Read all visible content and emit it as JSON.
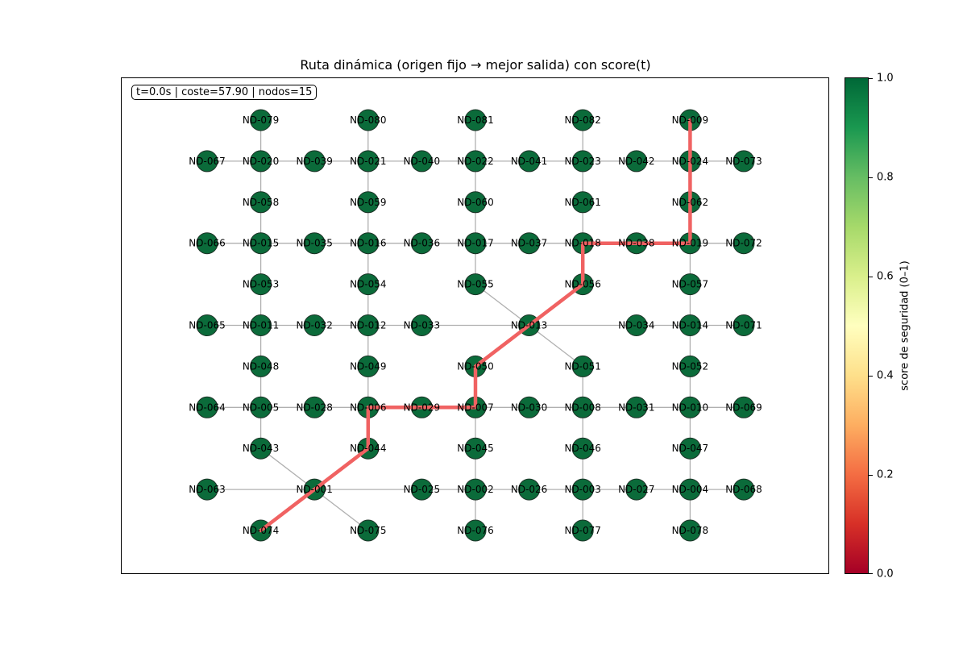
{
  "chart_data": {
    "type": "network",
    "title": "Ruta dinámica (origen fijo → mejor salida) con score(t)",
    "status": "t=0.0s | coste=57.90 | nodos=15",
    "colorbar": {
      "label": "score de seguridad (0–1)",
      "range": [
        0.0,
        1.0
      ],
      "ticks": [
        "0.0",
        "0.2",
        "0.4",
        "0.6",
        "0.8",
        "1.0"
      ],
      "colormap": "RdYlGn"
    },
    "node_color": "#0b6b3a",
    "edge_color": "#b0b0b0",
    "route_color": "#f06262",
    "nodes": [
      {
        "id": "ND-079",
        "col": 1,
        "row": 0,
        "score": 1.0
      },
      {
        "id": "ND-080",
        "col": 3,
        "row": 0,
        "score": 1.0
      },
      {
        "id": "ND-081",
        "col": 5,
        "row": 0,
        "score": 1.0
      },
      {
        "id": "ND-082",
        "col": 7,
        "row": 0,
        "score": 1.0
      },
      {
        "id": "ND-009",
        "col": 9,
        "row": 0,
        "score": 1.0
      },
      {
        "id": "ND-067",
        "col": 0,
        "row": 1,
        "score": 1.0
      },
      {
        "id": "ND-020",
        "col": 1,
        "row": 1,
        "score": 1.0
      },
      {
        "id": "ND-039",
        "col": 2,
        "row": 1,
        "score": 1.0
      },
      {
        "id": "ND-021",
        "col": 3,
        "row": 1,
        "score": 1.0
      },
      {
        "id": "ND-040",
        "col": 4,
        "row": 1,
        "score": 1.0
      },
      {
        "id": "ND-022",
        "col": 5,
        "row": 1,
        "score": 1.0
      },
      {
        "id": "ND-041",
        "col": 6,
        "row": 1,
        "score": 1.0
      },
      {
        "id": "ND-023",
        "col": 7,
        "row": 1,
        "score": 1.0
      },
      {
        "id": "ND-042",
        "col": 8,
        "row": 1,
        "score": 1.0
      },
      {
        "id": "ND-024",
        "col": 9,
        "row": 1,
        "score": 1.0
      },
      {
        "id": "ND-073",
        "col": 10,
        "row": 1,
        "score": 1.0
      },
      {
        "id": "ND-058",
        "col": 1,
        "row": 2,
        "score": 1.0
      },
      {
        "id": "ND-059",
        "col": 3,
        "row": 2,
        "score": 1.0
      },
      {
        "id": "ND-060",
        "col": 5,
        "row": 2,
        "score": 1.0
      },
      {
        "id": "ND-061",
        "col": 7,
        "row": 2,
        "score": 1.0
      },
      {
        "id": "ND-062",
        "col": 9,
        "row": 2,
        "score": 1.0
      },
      {
        "id": "ND-066",
        "col": 0,
        "row": 3,
        "score": 1.0
      },
      {
        "id": "ND-015",
        "col": 1,
        "row": 3,
        "score": 1.0
      },
      {
        "id": "ND-035",
        "col": 2,
        "row": 3,
        "score": 1.0
      },
      {
        "id": "ND-016",
        "col": 3,
        "row": 3,
        "score": 1.0
      },
      {
        "id": "ND-036",
        "col": 4,
        "row": 3,
        "score": 1.0
      },
      {
        "id": "ND-017",
        "col": 5,
        "row": 3,
        "score": 1.0
      },
      {
        "id": "ND-037",
        "col": 6,
        "row": 3,
        "score": 1.0
      },
      {
        "id": "ND-018",
        "col": 7,
        "row": 3,
        "score": 1.0
      },
      {
        "id": "ND-038",
        "col": 8,
        "row": 3,
        "score": 1.0
      },
      {
        "id": "ND-019",
        "col": 9,
        "row": 3,
        "score": 1.0
      },
      {
        "id": "ND-072",
        "col": 10,
        "row": 3,
        "score": 1.0
      },
      {
        "id": "ND-053",
        "col": 1,
        "row": 4,
        "score": 1.0
      },
      {
        "id": "ND-054",
        "col": 3,
        "row": 4,
        "score": 1.0
      },
      {
        "id": "ND-055",
        "col": 5,
        "row": 4,
        "score": 1.0
      },
      {
        "id": "ND-056",
        "col": 7,
        "row": 4,
        "score": 1.0
      },
      {
        "id": "ND-057",
        "col": 9,
        "row": 4,
        "score": 1.0
      },
      {
        "id": "ND-065",
        "col": 0,
        "row": 5,
        "score": 1.0
      },
      {
        "id": "ND-011",
        "col": 1,
        "row": 5,
        "score": 1.0
      },
      {
        "id": "ND-032",
        "col": 2,
        "row": 5,
        "score": 1.0
      },
      {
        "id": "ND-012",
        "col": 3,
        "row": 5,
        "score": 1.0
      },
      {
        "id": "ND-033",
        "col": 4,
        "row": 5,
        "score": 1.0
      },
      {
        "id": "ND-013",
        "col": 6,
        "row": 5,
        "score": 1.0
      },
      {
        "id": "ND-034",
        "col": 8,
        "row": 5,
        "score": 1.0
      },
      {
        "id": "ND-014",
        "col": 9,
        "row": 5,
        "score": 1.0
      },
      {
        "id": "ND-071",
        "col": 10,
        "row": 5,
        "score": 1.0
      },
      {
        "id": "ND-048",
        "col": 1,
        "row": 6,
        "score": 1.0
      },
      {
        "id": "ND-049",
        "col": 3,
        "row": 6,
        "score": 1.0
      },
      {
        "id": "ND-050",
        "col": 5,
        "row": 6,
        "score": 1.0
      },
      {
        "id": "ND-051",
        "col": 7,
        "row": 6,
        "score": 1.0
      },
      {
        "id": "ND-052",
        "col": 9,
        "row": 6,
        "score": 1.0
      },
      {
        "id": "ND-064",
        "col": 0,
        "row": 7,
        "score": 1.0
      },
      {
        "id": "ND-005",
        "col": 1,
        "row": 7,
        "score": 1.0
      },
      {
        "id": "ND-028",
        "col": 2,
        "row": 7,
        "score": 1.0
      },
      {
        "id": "ND-006",
        "col": 3,
        "row": 7,
        "score": 1.0
      },
      {
        "id": "ND-029",
        "col": 4,
        "row": 7,
        "score": 1.0
      },
      {
        "id": "ND-007",
        "col": 5,
        "row": 7,
        "score": 1.0
      },
      {
        "id": "ND-030",
        "col": 6,
        "row": 7,
        "score": 1.0
      },
      {
        "id": "ND-008",
        "col": 7,
        "row": 7,
        "score": 1.0
      },
      {
        "id": "ND-031",
        "col": 8,
        "row": 7,
        "score": 1.0
      },
      {
        "id": "ND-010",
        "col": 9,
        "row": 7,
        "score": 1.0
      },
      {
        "id": "ND-069",
        "col": 10,
        "row": 7,
        "score": 1.0
      },
      {
        "id": "ND-043",
        "col": 1,
        "row": 8,
        "score": 1.0
      },
      {
        "id": "ND-044",
        "col": 3,
        "row": 8,
        "score": 1.0
      },
      {
        "id": "ND-045",
        "col": 5,
        "row": 8,
        "score": 1.0
      },
      {
        "id": "ND-046",
        "col": 7,
        "row": 8,
        "score": 1.0
      },
      {
        "id": "ND-047",
        "col": 9,
        "row": 8,
        "score": 1.0
      },
      {
        "id": "ND-063",
        "col": 0,
        "row": 9,
        "score": 1.0
      },
      {
        "id": "ND-001",
        "col": 2,
        "row": 9,
        "score": 1.0
      },
      {
        "id": "ND-025",
        "col": 4,
        "row": 9,
        "score": 1.0
      },
      {
        "id": "ND-002",
        "col": 5,
        "row": 9,
        "score": 1.0
      },
      {
        "id": "ND-026",
        "col": 6,
        "row": 9,
        "score": 1.0
      },
      {
        "id": "ND-003",
        "col": 7,
        "row": 9,
        "score": 1.0
      },
      {
        "id": "ND-027",
        "col": 8,
        "row": 9,
        "score": 1.0
      },
      {
        "id": "ND-004",
        "col": 9,
        "row": 9,
        "score": 1.0
      },
      {
        "id": "ND-068",
        "col": 10,
        "row": 9,
        "score": 1.0
      },
      {
        "id": "ND-074",
        "col": 1,
        "row": 10,
        "score": 1.0
      },
      {
        "id": "ND-075",
        "col": 3,
        "row": 10,
        "score": 1.0
      },
      {
        "id": "ND-076",
        "col": 5,
        "row": 10,
        "score": 1.0
      },
      {
        "id": "ND-077",
        "col": 7,
        "row": 10,
        "score": 1.0
      },
      {
        "id": "ND-078",
        "col": 9,
        "row": 10,
        "score": 1.0
      }
    ],
    "edges": [
      [
        "ND-067",
        "ND-020"
      ],
      [
        "ND-020",
        "ND-039"
      ],
      [
        "ND-039",
        "ND-021"
      ],
      [
        "ND-021",
        "ND-040"
      ],
      [
        "ND-040",
        "ND-022"
      ],
      [
        "ND-022",
        "ND-041"
      ],
      [
        "ND-041",
        "ND-023"
      ],
      [
        "ND-023",
        "ND-042"
      ],
      [
        "ND-042",
        "ND-024"
      ],
      [
        "ND-024",
        "ND-073"
      ],
      [
        "ND-066",
        "ND-015"
      ],
      [
        "ND-015",
        "ND-035"
      ],
      [
        "ND-035",
        "ND-016"
      ],
      [
        "ND-016",
        "ND-036"
      ],
      [
        "ND-036",
        "ND-017"
      ],
      [
        "ND-017",
        "ND-037"
      ],
      [
        "ND-037",
        "ND-018"
      ],
      [
        "ND-018",
        "ND-038"
      ],
      [
        "ND-038",
        "ND-019"
      ],
      [
        "ND-019",
        "ND-072"
      ],
      [
        "ND-065",
        "ND-011"
      ],
      [
        "ND-011",
        "ND-032"
      ],
      [
        "ND-032",
        "ND-012"
      ],
      [
        "ND-012",
        "ND-033"
      ],
      [
        "ND-033",
        "ND-013"
      ],
      [
        "ND-013",
        "ND-034"
      ],
      [
        "ND-034",
        "ND-014"
      ],
      [
        "ND-014",
        "ND-071"
      ],
      [
        "ND-064",
        "ND-005"
      ],
      [
        "ND-005",
        "ND-028"
      ],
      [
        "ND-028",
        "ND-006"
      ],
      [
        "ND-006",
        "ND-029"
      ],
      [
        "ND-029",
        "ND-007"
      ],
      [
        "ND-007",
        "ND-030"
      ],
      [
        "ND-030",
        "ND-008"
      ],
      [
        "ND-008",
        "ND-031"
      ],
      [
        "ND-031",
        "ND-010"
      ],
      [
        "ND-010",
        "ND-069"
      ],
      [
        "ND-063",
        "ND-001"
      ],
      [
        "ND-001",
        "ND-025"
      ],
      [
        "ND-025",
        "ND-002"
      ],
      [
        "ND-002",
        "ND-026"
      ],
      [
        "ND-026",
        "ND-003"
      ],
      [
        "ND-003",
        "ND-027"
      ],
      [
        "ND-027",
        "ND-004"
      ],
      [
        "ND-004",
        "ND-068"
      ],
      [
        "ND-079",
        "ND-020"
      ],
      [
        "ND-020",
        "ND-058"
      ],
      [
        "ND-058",
        "ND-015"
      ],
      [
        "ND-015",
        "ND-053"
      ],
      [
        "ND-053",
        "ND-011"
      ],
      [
        "ND-011",
        "ND-048"
      ],
      [
        "ND-048",
        "ND-005"
      ],
      [
        "ND-005",
        "ND-043"
      ],
      [
        "ND-080",
        "ND-021"
      ],
      [
        "ND-021",
        "ND-059"
      ],
      [
        "ND-059",
        "ND-016"
      ],
      [
        "ND-016",
        "ND-054"
      ],
      [
        "ND-054",
        "ND-012"
      ],
      [
        "ND-012",
        "ND-049"
      ],
      [
        "ND-049",
        "ND-006"
      ],
      [
        "ND-006",
        "ND-044"
      ],
      [
        "ND-081",
        "ND-022"
      ],
      [
        "ND-022",
        "ND-060"
      ],
      [
        "ND-060",
        "ND-017"
      ],
      [
        "ND-017",
        "ND-055"
      ],
      [
        "ND-050",
        "ND-007"
      ],
      [
        "ND-007",
        "ND-045"
      ],
      [
        "ND-045",
        "ND-002"
      ],
      [
        "ND-002",
        "ND-076"
      ],
      [
        "ND-082",
        "ND-023"
      ],
      [
        "ND-023",
        "ND-061"
      ],
      [
        "ND-061",
        "ND-018"
      ],
      [
        "ND-018",
        "ND-056"
      ],
      [
        "ND-051",
        "ND-008"
      ],
      [
        "ND-008",
        "ND-046"
      ],
      [
        "ND-046",
        "ND-003"
      ],
      [
        "ND-003",
        "ND-077"
      ],
      [
        "ND-009",
        "ND-024"
      ],
      [
        "ND-024",
        "ND-062"
      ],
      [
        "ND-062",
        "ND-019"
      ],
      [
        "ND-019",
        "ND-057"
      ],
      [
        "ND-057",
        "ND-014"
      ],
      [
        "ND-014",
        "ND-052"
      ],
      [
        "ND-052",
        "ND-010"
      ],
      [
        "ND-010",
        "ND-047"
      ],
      [
        "ND-047",
        "ND-004"
      ],
      [
        "ND-004",
        "ND-078"
      ],
      [
        "ND-055",
        "ND-013"
      ],
      [
        "ND-013",
        "ND-051"
      ],
      [
        "ND-056",
        "ND-013"
      ],
      [
        "ND-013",
        "ND-050"
      ],
      [
        "ND-043",
        "ND-001"
      ],
      [
        "ND-001",
        "ND-075"
      ],
      [
        "ND-044",
        "ND-001"
      ],
      [
        "ND-001",
        "ND-074"
      ]
    ],
    "route": [
      "ND-074",
      "ND-001",
      "ND-044",
      "ND-006",
      "ND-029",
      "ND-007",
      "ND-050",
      "ND-013",
      "ND-056",
      "ND-018",
      "ND-038",
      "ND-019",
      "ND-062",
      "ND-024",
      "ND-009"
    ]
  }
}
